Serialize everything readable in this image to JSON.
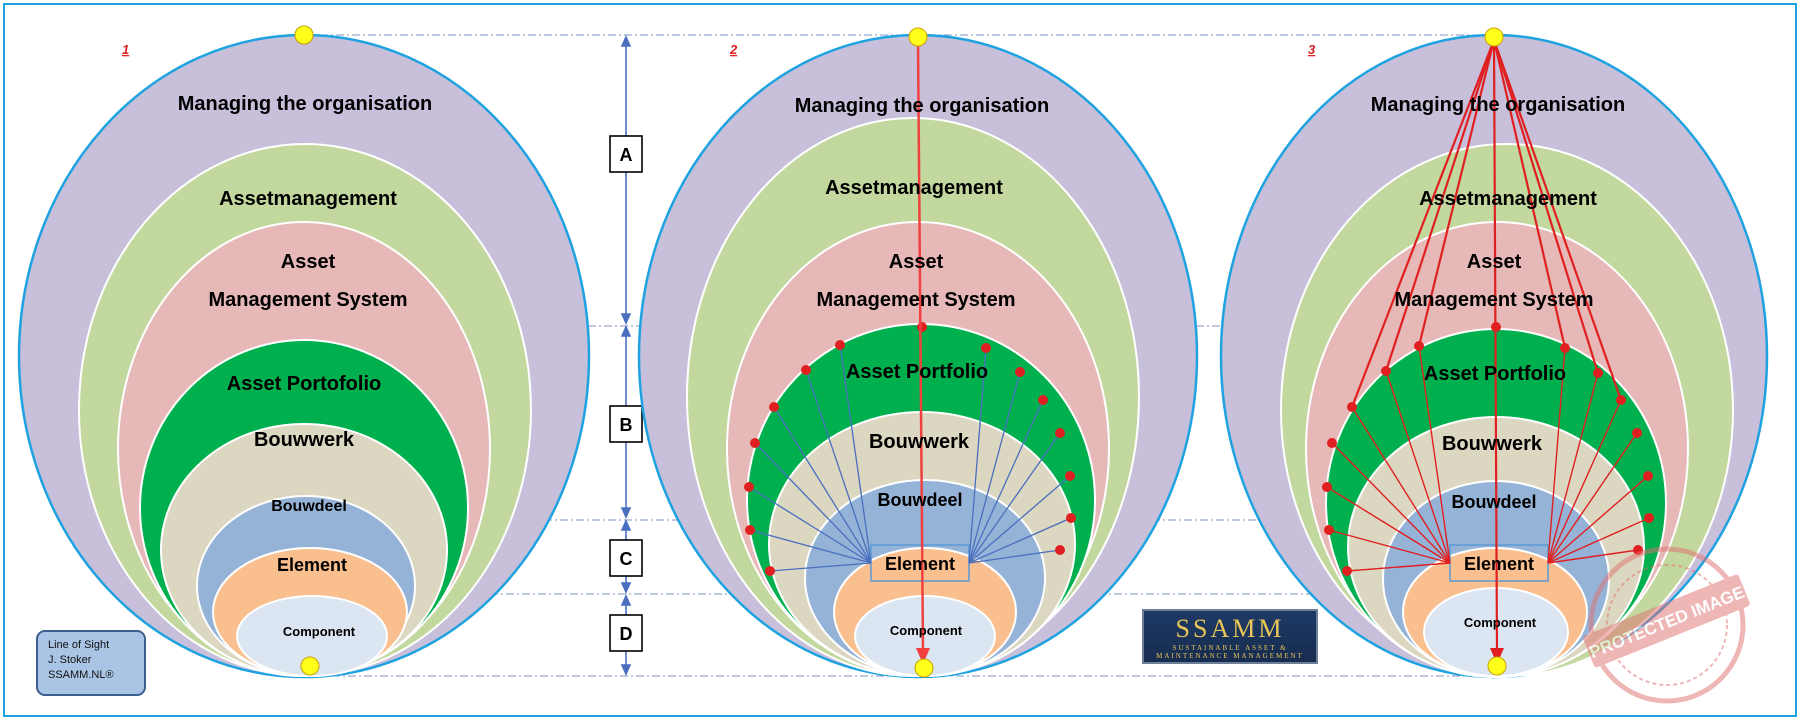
{
  "panels": [
    {
      "number": "1",
      "labels": {
        "l1": "Managing the organisation",
        "l2": "Assetmanagement",
        "l3a": "Asset",
        "l3b": "Management System",
        "l4": "Asset Portofolio",
        "l5": "Bouwwerk",
        "l6": "Bouwdeel",
        "l7": "Element",
        "l8": "Component"
      }
    },
    {
      "number": "2",
      "labels": {
        "l1": "Managing the organisation",
        "l2": "Assetmanagement",
        "l3a": "Asset",
        "l3b": "Management System",
        "l4": "Asset Portfolio",
        "l5": "Bouwwerk",
        "l6": "Bouwdeel",
        "l7": "Element",
        "l8": "Component"
      }
    },
    {
      "number": "3",
      "labels": {
        "l1": "Managing the organisation",
        "l2": "Assetmanagement",
        "l3a": "Asset",
        "l3b": "Management System",
        "l4": "Asset Portfolio",
        "l5": "Bouwwerk",
        "l6": "Bouwdeel",
        "l7": "Element",
        "l8": "Component"
      }
    }
  ],
  "scale": {
    "a": "A",
    "b": "B",
    "c": "C",
    "d": "D"
  },
  "credit": {
    "line1": "Line of Sight",
    "line2": "J. Stoker",
    "line3": "SSAMM.NL®"
  },
  "logo": {
    "main": "SSAMM",
    "sub1": "SUSTAINABLE ASSET &",
    "sub2": "MAINTENANCE MANAGEMENT"
  },
  "colors": {
    "frame": "#1ea3e0",
    "level1": "#c8bfdb",
    "level2": "#c3d89e",
    "level3": "#e6b8b7",
    "level4": "#00b04f",
    "level5": "#dcd7c0",
    "level6": "#95b3d7",
    "level7": "#fabf8f",
    "level8": "#dce6f2",
    "node": "#ffff1a",
    "red_line": "#e02020",
    "blue_line": "#4a6fbf"
  }
}
